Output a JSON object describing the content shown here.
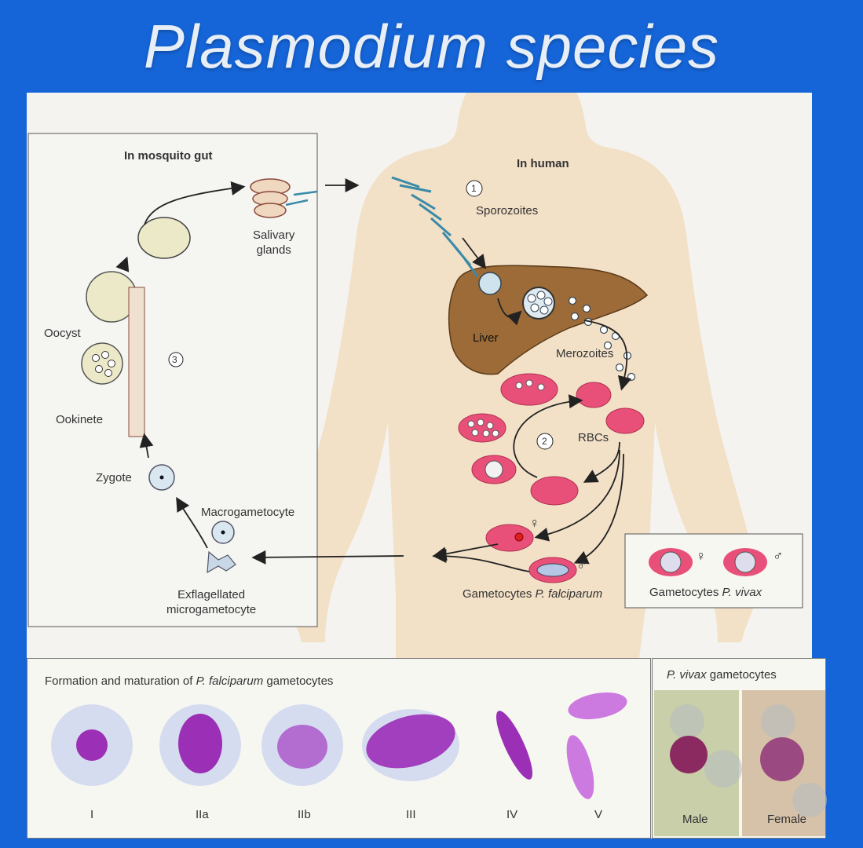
{
  "title": "Plasmodium species",
  "mosquito_gut": {
    "heading": "In mosquito gut",
    "salivary_glands": "Salivary\nglands",
    "oocyst": "Oocyst",
    "ookinete": "Ookinete",
    "zygote": "Zygote",
    "macrogametocyte": "Macrogametocyte",
    "microgametocyte": "Exflagellated\nmicrogametocyte",
    "step3": "3"
  },
  "human": {
    "heading": "In human",
    "sporozoites": "Sporozoites",
    "liver": "Liver",
    "merozoites": "Merozoites",
    "rbcs": "RBCs",
    "step1": "1",
    "step2": "2",
    "female_symbol": "♀",
    "male_symbol": "♂",
    "gametocytes_falciparum_prefix": "Gametocytes ",
    "gametocytes_falciparum_species": "P. falciparum",
    "gametocytes_vivax_prefix": "Gametocytes ",
    "gametocytes_vivax_species": "P. vivax"
  },
  "bottom_panel": {
    "heading_prefix": "Formation and maturation of ",
    "heading_species": "P. falciparum",
    "heading_suffix": " gametocytes",
    "stages": [
      "I",
      "IIa",
      "IIb",
      "III",
      "IV",
      "V"
    ]
  },
  "vivax_panel": {
    "heading_species": "P. vivax",
    "heading_suffix": " gametocytes",
    "male": "Male",
    "female": "Female"
  },
  "colors": {
    "background": "#1565d8",
    "liver": "#9c6b38",
    "rbc": "#e8507a",
    "parasite": "#9b2fb5"
  }
}
